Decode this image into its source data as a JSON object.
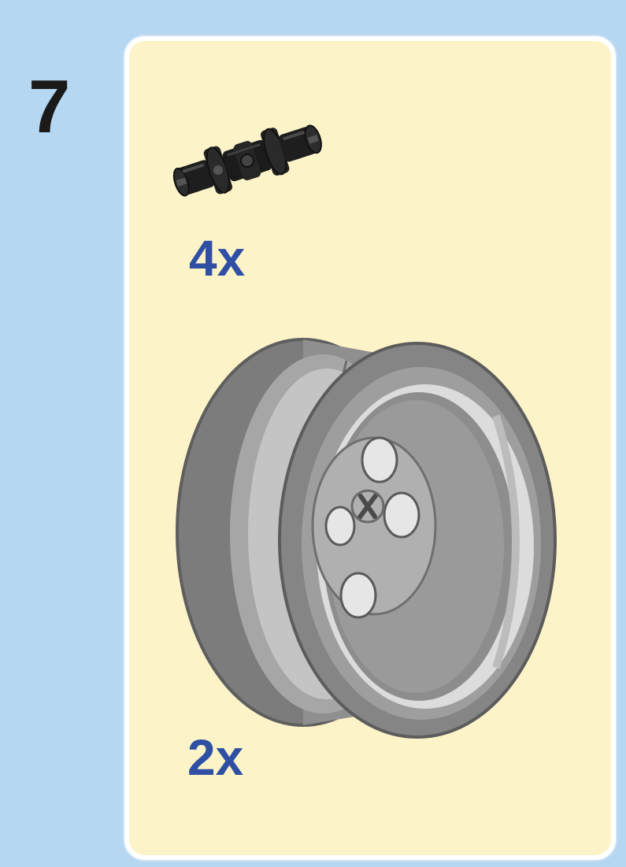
{
  "step": {
    "number": "7"
  },
  "parts_list": {
    "items": [
      {
        "part_icon": "axle-pin-connector-icon",
        "color": "#1e1e1e",
        "quantity_label": "4x"
      },
      {
        "part_icon": "wheel-rim-icon",
        "color": "#8a8a8a",
        "quantity_label": "2x"
      }
    ]
  },
  "colors": {
    "background": "#b5d7f2",
    "panel": "#fdf3c8",
    "quantity_text": "#2e4fa3",
    "step_text": "#1a1a1a"
  }
}
